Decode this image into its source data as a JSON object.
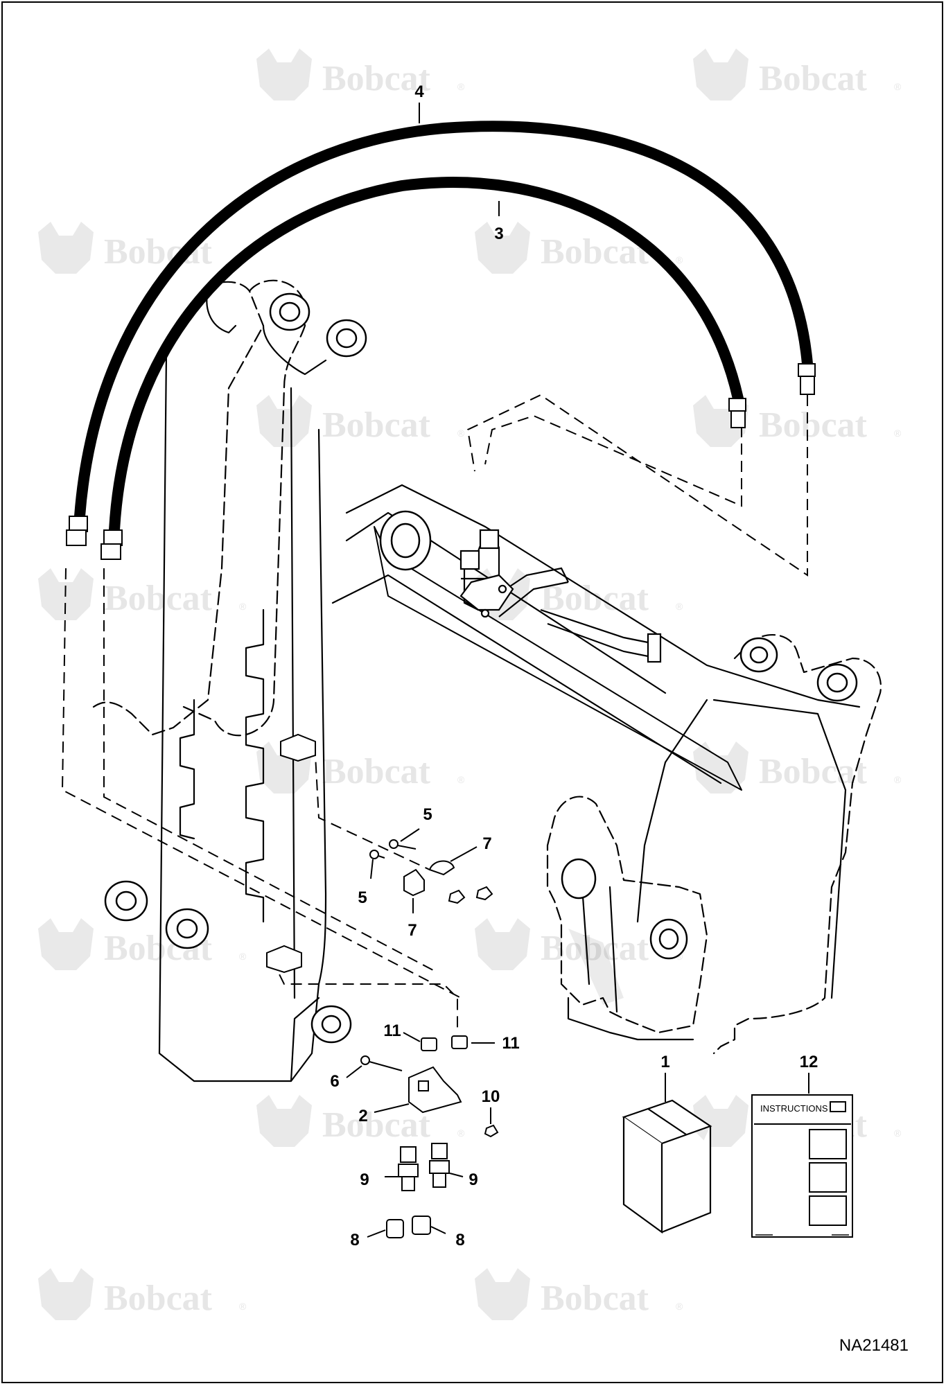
{
  "drawing_number": "NA21481",
  "watermark": {
    "brand": "Bobcat",
    "reg_mark": "®"
  },
  "instructions_label": "INSTRUCTIONS",
  "callouts": [
    {
      "id": "c4",
      "label": "4"
    },
    {
      "id": "c3",
      "label": "3"
    },
    {
      "id": "c5a",
      "label": "5"
    },
    {
      "id": "c5b",
      "label": "5"
    },
    {
      "id": "c7a",
      "label": "7"
    },
    {
      "id": "c7b",
      "label": "7"
    },
    {
      "id": "c11a",
      "label": "11"
    },
    {
      "id": "c11b",
      "label": "11"
    },
    {
      "id": "c6",
      "label": "6"
    },
    {
      "id": "c2",
      "label": "2"
    },
    {
      "id": "c10",
      "label": "10"
    },
    {
      "id": "c9a",
      "label": "9"
    },
    {
      "id": "c9b",
      "label": "9"
    },
    {
      "id": "c8a",
      "label": "8"
    },
    {
      "id": "c8b",
      "label": "8"
    },
    {
      "id": "c1",
      "label": "1"
    },
    {
      "id": "c12",
      "label": "12"
    }
  ]
}
